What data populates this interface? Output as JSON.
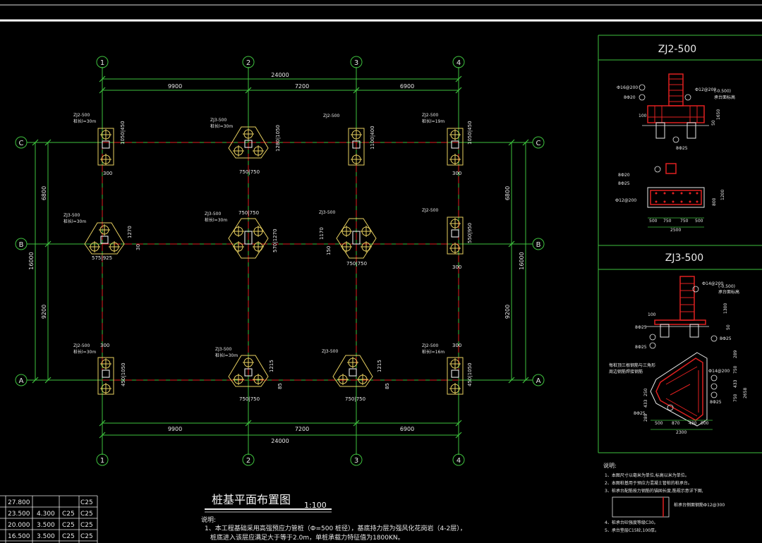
{
  "plan": {
    "title": "桩基平面布置图",
    "scale": "1:100",
    "grid_cols": [
      "1",
      "2",
      "3",
      "4"
    ],
    "grid_rows": [
      "C",
      "B",
      "A"
    ],
    "overall_x": "24000",
    "spans_x": [
      "9900",
      "7200",
      "6900"
    ],
    "overall_y": "16000",
    "spans_y": [
      "6800",
      "9200"
    ],
    "caps": {
      "c1": {
        "name": "ZJ2-500",
        "len": "桩长l=30m",
        "dim_v": "1050|450",
        "dim_h": "300"
      },
      "c2": {
        "name": "ZJ3-500",
        "len": "桩长l=30m",
        "dim_v": "1280|1050",
        "dim_h": "750|750"
      },
      "c3": {
        "name": "ZJ2-500",
        "dim_v": "1100|400"
      },
      "c4": {
        "name": "ZJ2-500",
        "len": "桩长l=19m",
        "dim_v": "1050|450",
        "dim_h": "300"
      },
      "b1": {
        "name": "ZJ3-500",
        "len": "桩长l=30m",
        "dim_v": "1270",
        "dim_h": "575|925",
        "side": "30"
      },
      "b2": {
        "name": "ZJ3-500",
        "len": "桩长l=30m",
        "dim_top": "750|750",
        "dim_v": "570|1270"
      },
      "b3": {
        "name": "ZJ3-500",
        "dim_v": "1170",
        "dim_h": "750|750",
        "side": "150"
      },
      "b4": {
        "name": "ZJ2-500",
        "dim_v": "550|950",
        "dim_h": "300"
      },
      "a1": {
        "name": "ZJ2-500",
        "len": "桩长l=30m",
        "dim_top": "300",
        "dim_v": "450|1050"
      },
      "a2": {
        "name": "ZJ3-500",
        "len": "桩长l=30m",
        "dim_v": "1215",
        "dim_h": "750|750",
        "side": "85"
      },
      "a3": {
        "name": "ZJ3-500",
        "dim_v": "1215",
        "dim_h": "750|750",
        "side": "85"
      },
      "a4": {
        "name": "ZJ2-500",
        "len": "桩长l=16m",
        "dim_top": "300",
        "dim_v": "450|1050"
      }
    }
  },
  "notes": {
    "heading": "说明:",
    "line1": "1、本工程基础采用高强预应力管桩（Ф=500 桩径），基底持力层为强风化花岗岩（4-2层），",
    "line2": "桩底进入该层应满足大于等于2.0m，单桩承载力特征值为1800KN。"
  },
  "elevation_table": [
    [
      "27.800",
      "",
      "",
      "C25"
    ],
    [
      "23.500",
      "4.300",
      "C25",
      "C25"
    ],
    [
      "20.000",
      "3.500",
      "C25",
      "C25"
    ],
    [
      "16.500",
      "3.500",
      "C25",
      "C25"
    ]
  ],
  "detail_zj2": {
    "title": "ZJ2-500",
    "rebar_a": "Ф16@200",
    "rebar_b": "8Ф20",
    "rebar_c": "Ф12@200",
    "elev": "(-0.500)",
    "elev_note": "承台面标高",
    "h100": "100",
    "h50": "50",
    "h1650": "1650",
    "bottom": "8Ф25",
    "plan_a": "8Ф20",
    "plan_b": "8Ф25",
    "plan_c": "Ф12@200",
    "plan_d1": "800",
    "plan_d2": "1200",
    "widths": [
      "500",
      "750",
      "750",
      "500"
    ],
    "total": "2500"
  },
  "detail_zj3": {
    "title": "ZJ3-500",
    "rebar_a": "Ф14@200",
    "elev": "(-0.500)",
    "elev_note": "承台面标高",
    "h1300": "1300",
    "h100": "100",
    "h50": "50",
    "b1": "8Ф25",
    "b2": "8Ф25",
    "b3": "8Ф25",
    "plan_note1": "每桩顶三根钢筋与三角形",
    "plan_note2": "周边钢筋焊接钢筋",
    "plan_r1": "Ф14@200",
    "plan_r2": "8Ф25",
    "plan_r3": "8Ф25",
    "vdims": [
      "289",
      "750",
      "433",
      "750"
    ],
    "vtotal": "2658",
    "vdims2": [
      "289",
      "433",
      "250"
    ],
    "widths": [
      "500",
      "870",
      "430",
      "500"
    ],
    "total": "2300"
  },
  "right_notes": {
    "heading": "说明:",
    "l1": "1、本图尺寸以毫米为单位,标高以米为单位。",
    "l2": "2、本图桩基用于预应力混凝土管桩的桩承台。",
    "l3": "3、桩承台配筋按力钢筋的锚固长度,筋规示意详下图,",
    "legend": "桩承台侧面钢筋Ф12@300",
    "l4": "4、桩承台砼强度等级C30。",
    "l5": "5、承台垫层C15砼,100厚。"
  }
}
